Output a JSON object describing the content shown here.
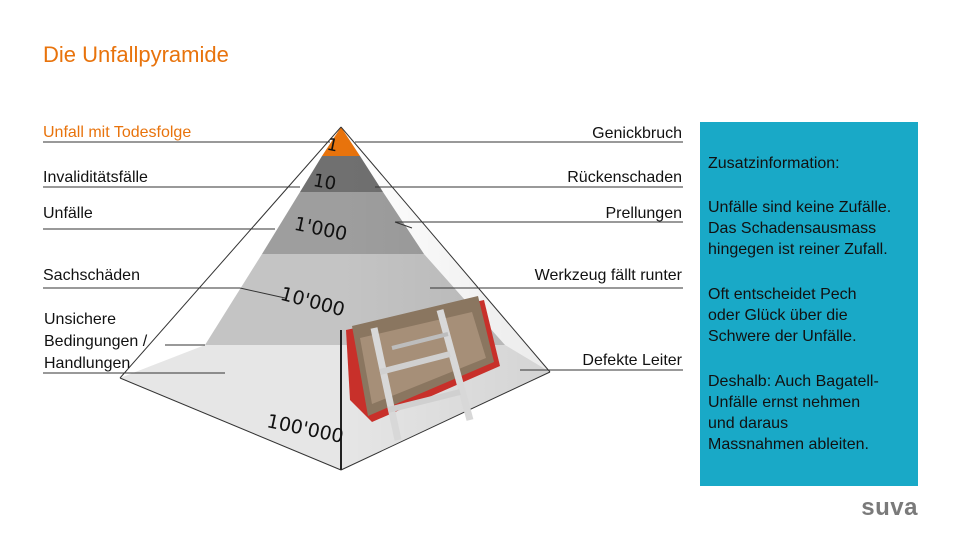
{
  "title": "Die Unfallpyramide",
  "left_labels": [
    {
      "text": "Unfall mit Todesfolge",
      "highlight": true
    },
    {
      "text": "Invaliditätsfälle"
    },
    {
      "text": "Unfälle"
    },
    {
      "text": "Sachschäden"
    },
    {
      "text": "Unsichere\nBedingungen /\nHandlungen"
    }
  ],
  "right_labels": [
    {
      "text": "Genickbruch"
    },
    {
      "text": "Rückenschaden"
    },
    {
      "text": "Prellungen"
    },
    {
      "text": "Werkzeug fällt runter"
    },
    {
      "text": "Defekte Leiter"
    }
  ],
  "pyramid_levels": [
    {
      "value": "1",
      "color": "#e8730c"
    },
    {
      "value": "10",
      "color": "#707070"
    },
    {
      "value": "1'000",
      "color": "#9e9e9e"
    },
    {
      "value": "10'000",
      "color": "#c4c4c4"
    },
    {
      "value": "100'000",
      "color": "#e4e4e4"
    }
  ],
  "info": {
    "heading": "Zusatzinformation:",
    "paragraphs": [
      "Unfälle sind keine Zufälle.\nDas Schadensausmass\nhingegen ist reiner Zufall.",
      "Oft entscheidet Pech\noder Glück über die\nSchwere der Unfälle.",
      "Deshalb: Auch Bagatell-\nUnfälle ernst nehmen\nund daraus\nMassnahmen ableiten."
    ]
  },
  "logo": "suva"
}
